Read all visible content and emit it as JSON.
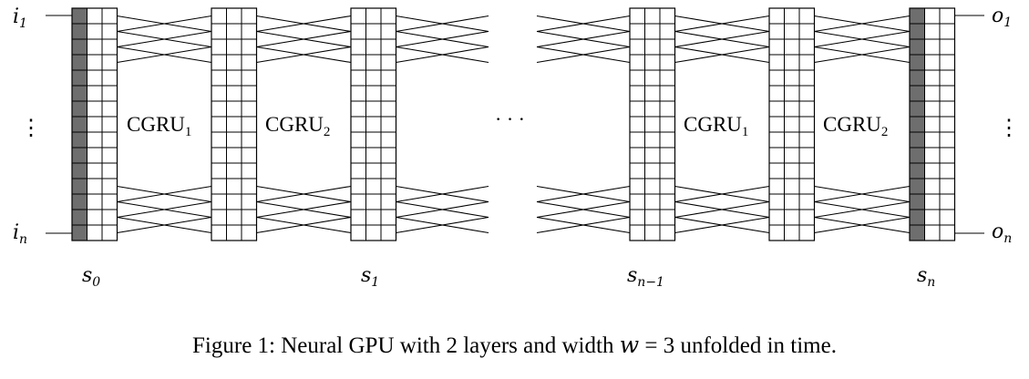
{
  "inputs": {
    "first": "i",
    "first_sub": "1",
    "last": "i",
    "last_sub": "n",
    "ellipsis": "⋮"
  },
  "outputs": {
    "first": "o",
    "first_sub": "1",
    "last": "o",
    "last_sub": "n",
    "ellipsis": "⋮"
  },
  "layers": [
    {
      "name": "CGRU",
      "sub": "1"
    },
    {
      "name": "CGRU",
      "sub": "2"
    },
    {
      "name": "CGRU",
      "sub": "1"
    },
    {
      "name": "CGRU",
      "sub": "2"
    }
  ],
  "states": [
    {
      "name": "s",
      "sub": "0"
    },
    {
      "name": "s",
      "sub": "1"
    },
    {
      "name": "s",
      "sub": "n−1"
    },
    {
      "name": "s",
      "sub": "n"
    }
  ],
  "middle_ellipsis": "· · ·",
  "caption": {
    "text_before": "Figure 1: Neural GPU with 2 layers and width ",
    "var": "w",
    "equals": " = ",
    "value": "3",
    "text_after": " unfolded in time."
  },
  "grid": {
    "columns": 3,
    "rows": 15,
    "shaded_column_color": "#6e6e6e"
  }
}
